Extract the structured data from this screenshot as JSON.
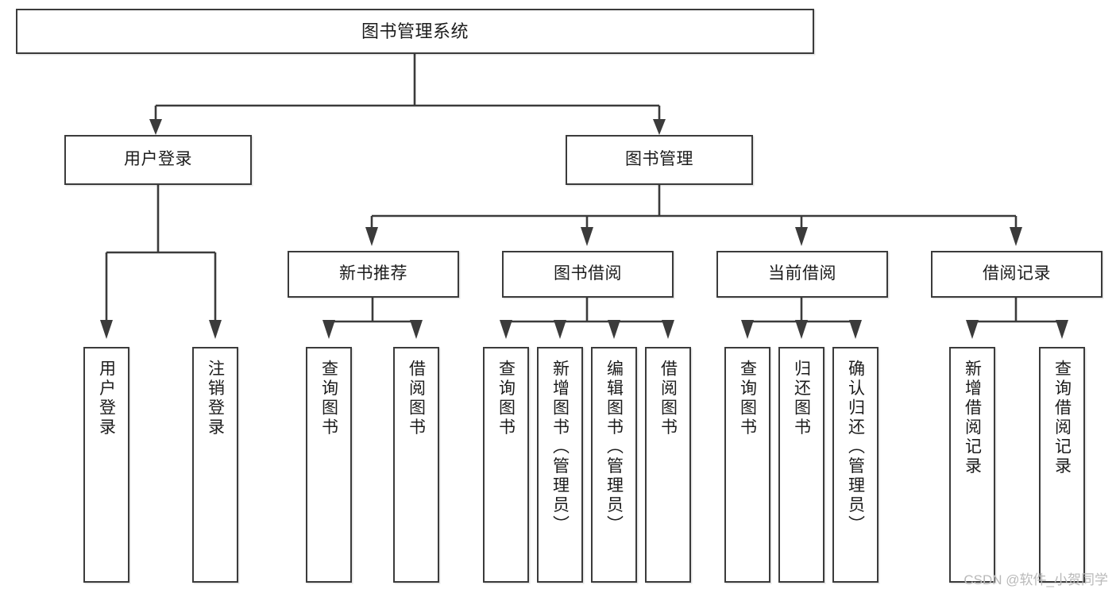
{
  "diagram": {
    "title": "图书管理系统",
    "type": "tree-hierarchy-chart",
    "watermark": "CSDN @软件_小贺同学",
    "colors": {
      "stroke": "#3b3b3b",
      "box_fill": "#ffffff",
      "text": "#1c1c1c",
      "watermark": "#b9b9b9",
      "background": "#ffffff"
    }
  },
  "nodes": {
    "root": {
      "label": "图书管理系统"
    },
    "level2": [
      {
        "label": "用户登录"
      },
      {
        "label": "图书管理"
      }
    ],
    "level3": [
      {
        "label": "新书推荐"
      },
      {
        "label": "图书借阅"
      },
      {
        "label": "当前借阅"
      },
      {
        "label": "借阅记录"
      }
    ],
    "leaves": {
      "user_login": [
        {
          "label": "用户登录"
        },
        {
          "label": "注销登录"
        }
      ],
      "new_book_recommend": [
        {
          "label": "查询图书"
        },
        {
          "label": "借阅图书"
        }
      ],
      "book_borrow": [
        {
          "label": "查询图书"
        },
        {
          "label": "新增图书（管理员）"
        },
        {
          "label": "编辑图书（管理员）"
        },
        {
          "label": "借阅图书"
        }
      ],
      "current_borrow": [
        {
          "label": "查询图书"
        },
        {
          "label": "归还图书"
        },
        {
          "label": "确认归还（管理员）"
        }
      ],
      "borrow_record": [
        {
          "label": "新增借阅记录"
        },
        {
          "label": "查询借阅记录"
        }
      ]
    }
  }
}
